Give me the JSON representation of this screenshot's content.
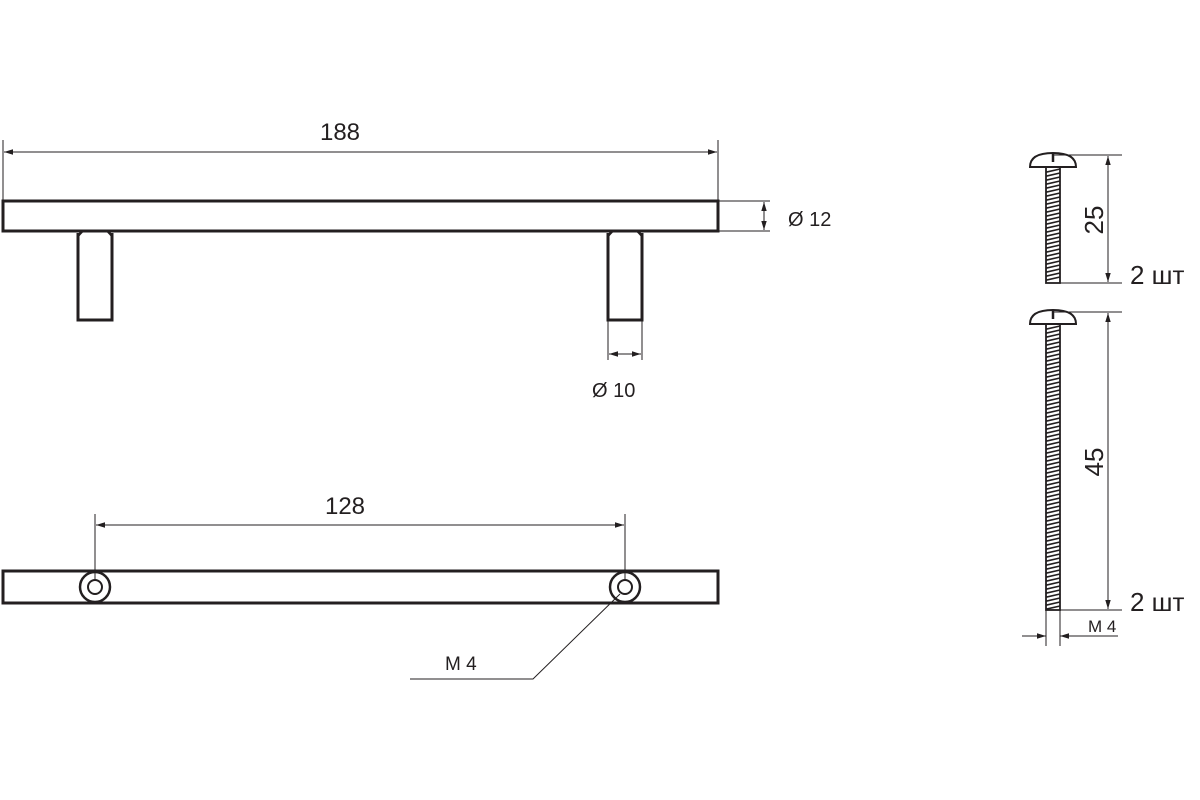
{
  "drawing": {
    "handle_length": "188",
    "bar_diameter": "Ø 12",
    "leg_diameter": "Ø 10",
    "hole_spacing": "128",
    "thread_label": "M 4"
  },
  "screws": {
    "short_length": "25",
    "short_qty": "2 шт",
    "long_length": "45",
    "long_qty": "2 шт",
    "thread_label": "M 4"
  },
  "colors": {
    "line": "#231f20",
    "background": "#ffffff"
  }
}
